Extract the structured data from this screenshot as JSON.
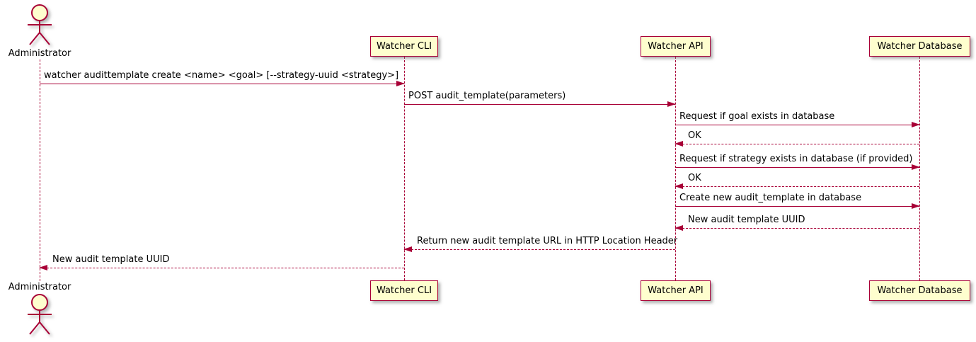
{
  "diagram_type": "uml-sequence",
  "colors": {
    "stroke": "#A80036",
    "participant_fill": "#FEFECE",
    "text": "#000000",
    "background": "#FFFFFF"
  },
  "actors": {
    "administrator": {
      "label": "Administrator"
    }
  },
  "participants": [
    {
      "id": "watcher-cli",
      "label": "Watcher CLI"
    },
    {
      "id": "watcher-api",
      "label": "Watcher API"
    },
    {
      "id": "watcher-db",
      "label": "Watcher Database"
    }
  ],
  "messages": [
    {
      "from": "Administrator",
      "to": "Watcher CLI",
      "label": "watcher audittemplate create <name> <goal> [--strategy-uuid <strategy>]",
      "line": "solid",
      "direction": "right"
    },
    {
      "from": "Watcher CLI",
      "to": "Watcher API",
      "label": "POST audit_template(parameters)",
      "line": "solid",
      "direction": "right"
    },
    {
      "from": "Watcher API",
      "to": "Watcher Database",
      "label": "Request if goal exists in database",
      "line": "solid",
      "direction": "right"
    },
    {
      "from": "Watcher Database",
      "to": "Watcher API",
      "label": "OK",
      "line": "dashed",
      "direction": "left"
    },
    {
      "from": "Watcher API",
      "to": "Watcher Database",
      "label": "Request if strategy exists in database (if provided)",
      "line": "solid",
      "direction": "right"
    },
    {
      "from": "Watcher Database",
      "to": "Watcher API",
      "label": "OK",
      "line": "dashed",
      "direction": "left"
    },
    {
      "from": "Watcher API",
      "to": "Watcher Database",
      "label": "Create new audit_template in database",
      "line": "solid",
      "direction": "right"
    },
    {
      "from": "Watcher Database",
      "to": "Watcher API",
      "label": "New audit template UUID",
      "line": "dashed",
      "direction": "left"
    },
    {
      "from": "Watcher API",
      "to": "Watcher CLI",
      "label": "Return new audit template URL in HTTP Location Header",
      "line": "dashed",
      "direction": "left"
    },
    {
      "from": "Watcher CLI",
      "to": "Administrator",
      "label": "New audit template UUID",
      "line": "dashed",
      "direction": "left"
    }
  ]
}
